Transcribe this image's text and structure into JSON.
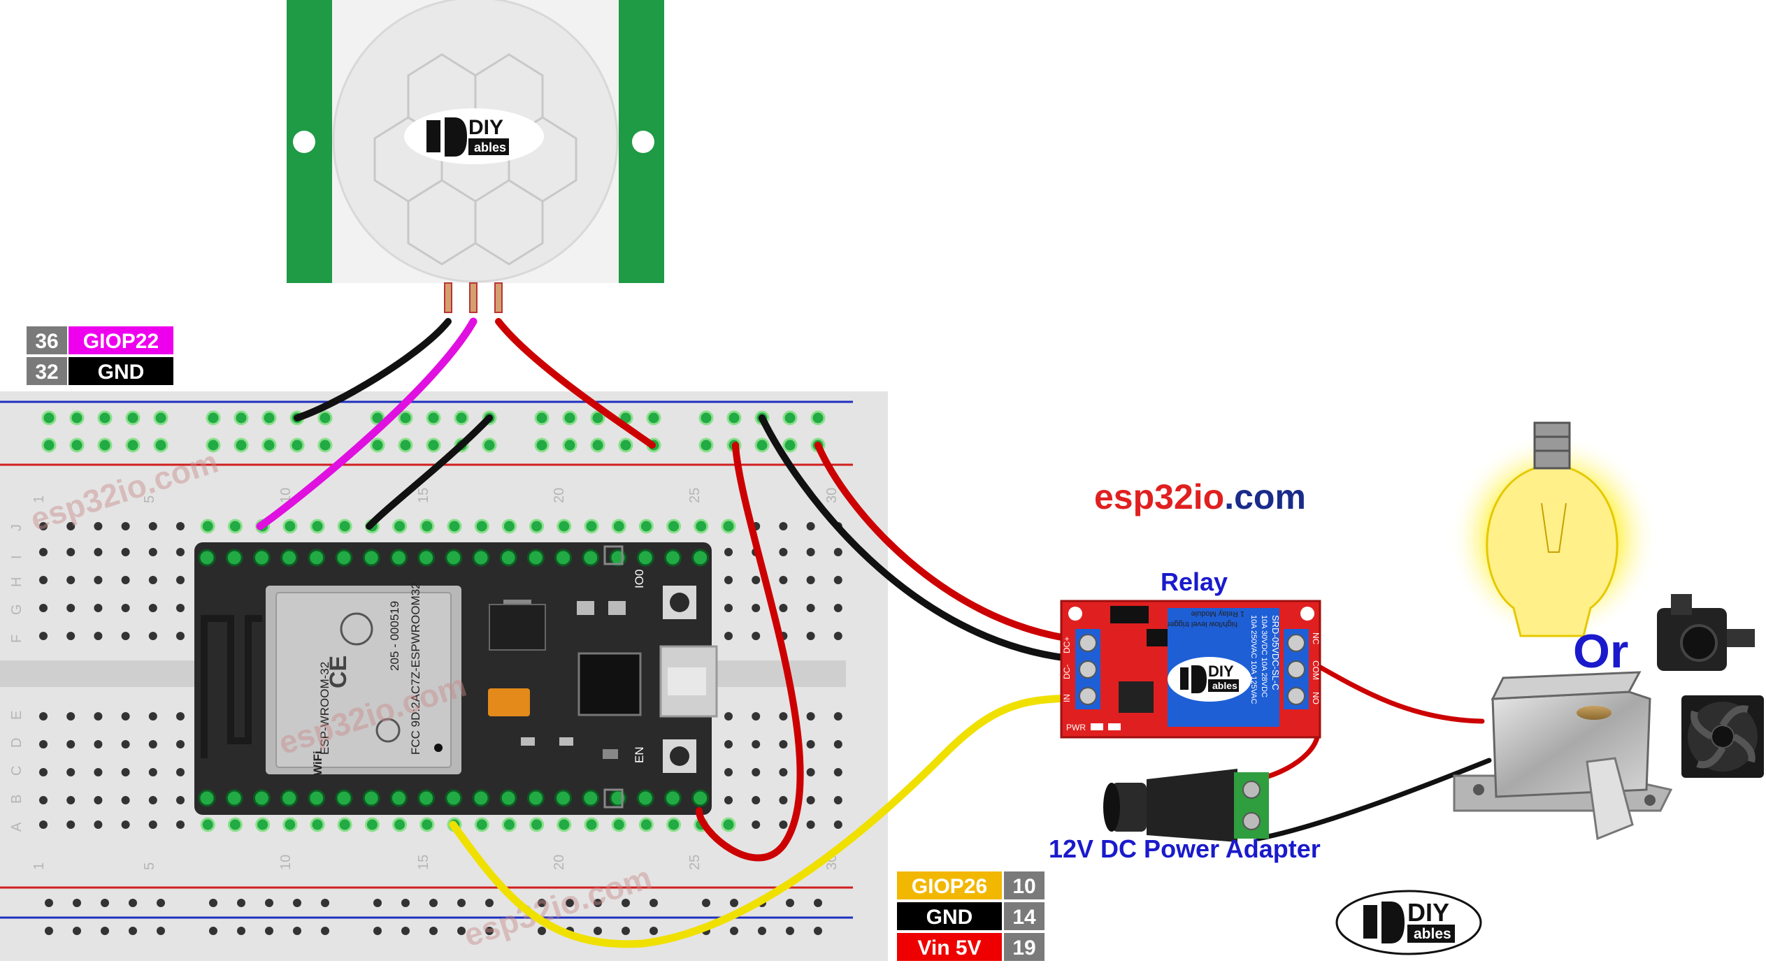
{
  "brand": {
    "esp": "esp32",
    "io": "io",
    "com": ".com"
  },
  "watermark": "esp32io.com",
  "logo": {
    "diy": "DIY",
    "ables": "ables"
  },
  "labels": {
    "relay": "Relay",
    "power_adapter": "12V DC Power Adapter",
    "or": "Or"
  },
  "pin_table_top": [
    {
      "num": "36",
      "name": "GIOP22",
      "color": "#ee00ee"
    },
    {
      "num": "32",
      "name": "GND",
      "color": "#000000"
    }
  ],
  "pin_table_bottom": [
    {
      "name": "GIOP26",
      "num": "10",
      "color": "#f2b700"
    },
    {
      "name": "GND",
      "num": "14",
      "color": "#000000"
    },
    {
      "name": "Vin 5V",
      "num": "19",
      "color": "#ee0000"
    }
  ],
  "esp_module": {
    "model": "ESP-WROOM-32",
    "fcc": "FCC 9D:2AC7Z-ESPWROOM32",
    "cert": "205 - 000519",
    "wifi": "WiFi",
    "io0": "IO0",
    "en": "EN"
  },
  "relay_board": {
    "module_text": "1 Relay Module",
    "trigger_text": "high/low level trigger",
    "relay_model": "SRD-05VDC-SL-C",
    "rating1": "10A 250VAC 10A 125VAC",
    "rating2": "10A 30VDC 10A 28VDC",
    "pin_dc_plus": "DC+",
    "pin_dc_minus": "DC-",
    "pin_in": "IN",
    "pin_nc": "NC",
    "pin_com": "COM",
    "pin_no": "NO",
    "pwr": "PWR"
  },
  "breadboard": {
    "col_numbers": [
      "1",
      "5",
      "10",
      "15",
      "20",
      "25",
      "30"
    ],
    "row_letters_top": [
      "J",
      "I",
      "H",
      "G",
      "F"
    ],
    "row_letters_bottom": [
      "E",
      "D",
      "C",
      "B",
      "A"
    ]
  },
  "colors": {
    "wire_red": "#cc0000",
    "wire_black": "#111111",
    "wire_magenta": "#e010e0",
    "wire_yellow": "#f0e000",
    "pcb_green": "#1e8f3e",
    "relay_red": "#e02020",
    "board_black": "#2a2a2a"
  }
}
